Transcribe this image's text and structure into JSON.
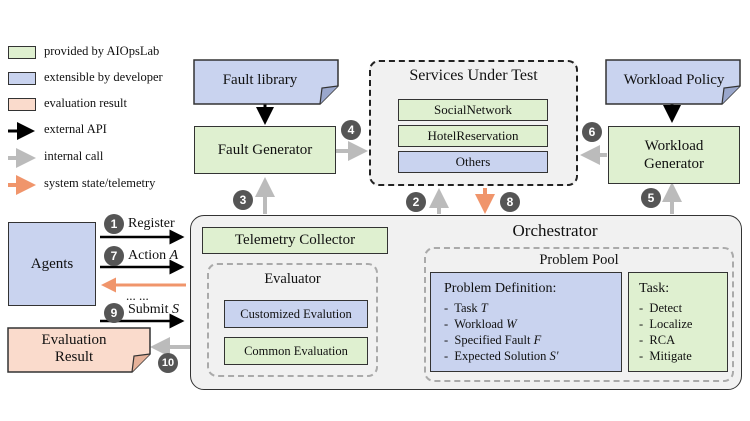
{
  "legend": [
    {
      "label": "provided by AIOpsLab",
      "color": "#dff0d0"
    },
    {
      "label": "extensible by developer",
      "color": "#c9d3ef"
    },
    {
      "label": "evaluation result",
      "color": "#fadbcc"
    },
    {
      "label": "external API",
      "color": "#000000"
    },
    {
      "label": "internal call",
      "color": "#bbbbbb"
    },
    {
      "label": "system state/telemetry",
      "color": "#f0956b"
    }
  ],
  "fault_library": "Fault library",
  "fault_generator": "Fault Generator",
  "services": {
    "title": "Services Under Test",
    "items": [
      "SocialNetwork",
      "HotelReservation",
      "Others"
    ]
  },
  "workload_policy": "Workload Policy",
  "workload_generator": {
    "line1": "Workload",
    "line2": "Generator"
  },
  "agents": "Agents",
  "api": {
    "register": "Register",
    "action_prefix": "Action ",
    "action_var": "A",
    "dots": "... ...",
    "submit_prefix": "Submit ",
    "submit_var": "S"
  },
  "evaluation_result": {
    "line1": "Evaluation",
    "line2": "Result"
  },
  "orchestrator": {
    "title": "Orchestrator",
    "telemetry_collector": "Telemetry Collector",
    "evaluator": {
      "title": "Evaluator",
      "customized": "Customized Evalution",
      "common": "Common Evaluation"
    },
    "problem_pool": {
      "title": "Problem Pool",
      "definition_title": "Problem Definition:",
      "definition_items": [
        {
          "prefix": "Task ",
          "var": "T"
        },
        {
          "prefix": "Workload ",
          "var": "W"
        },
        {
          "prefix": "Specified Fault ",
          "var": "F"
        },
        {
          "prefix": "Expected Solution ",
          "var": "S'"
        }
      ],
      "task_title": "Task:",
      "task_items": [
        "Detect",
        "Localize",
        "RCA",
        "Mitigate"
      ]
    }
  },
  "steps": [
    "1",
    "2",
    "3",
    "4",
    "5",
    "6",
    "7",
    "8",
    "9",
    "10"
  ]
}
